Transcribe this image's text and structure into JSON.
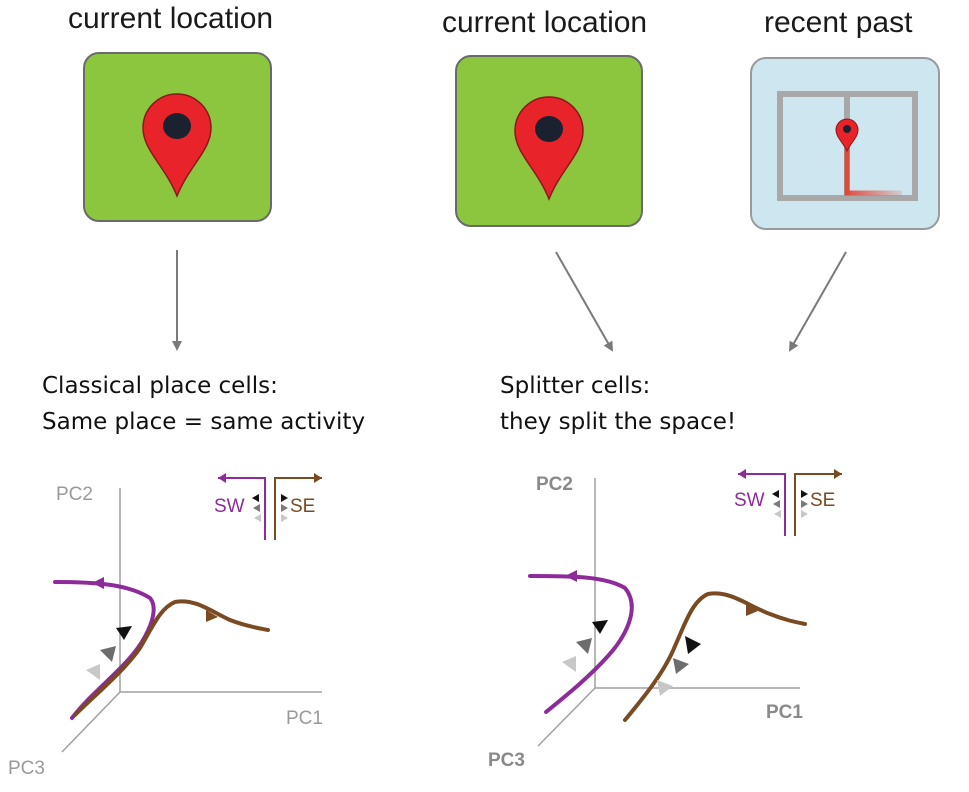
{
  "left": {
    "heading": "current location",
    "caption_line1": "Classical place cells:",
    "caption_line2": "Same place = same activity",
    "plot": {
      "axis_y": "PC2",
      "axis_x": "PC1",
      "axis_z": "PC3",
      "legend_left": "SW",
      "legend_right": "SE"
    }
  },
  "right": {
    "heading_current": "current location",
    "heading_past": "recent past",
    "caption_line1": "Splitter cells:",
    "caption_line2": "they split the space!",
    "plot": {
      "axis_y": "PC2",
      "axis_x": "PC1",
      "axis_z": "PC3",
      "legend_left": "SW",
      "legend_right": "SE"
    }
  },
  "colors": {
    "tile_green": "#8cc63e",
    "tile_blue": "#cde6f0",
    "pin_red": "#e8232a",
    "trajectory_sw": "#8e2b9a",
    "trajectory_se": "#7a4a22",
    "arrow_gray": "#7a7a7a",
    "axis_gray": "#9a9a9a"
  },
  "icons": [
    "map-pin-icon",
    "maze-path-icon"
  ]
}
